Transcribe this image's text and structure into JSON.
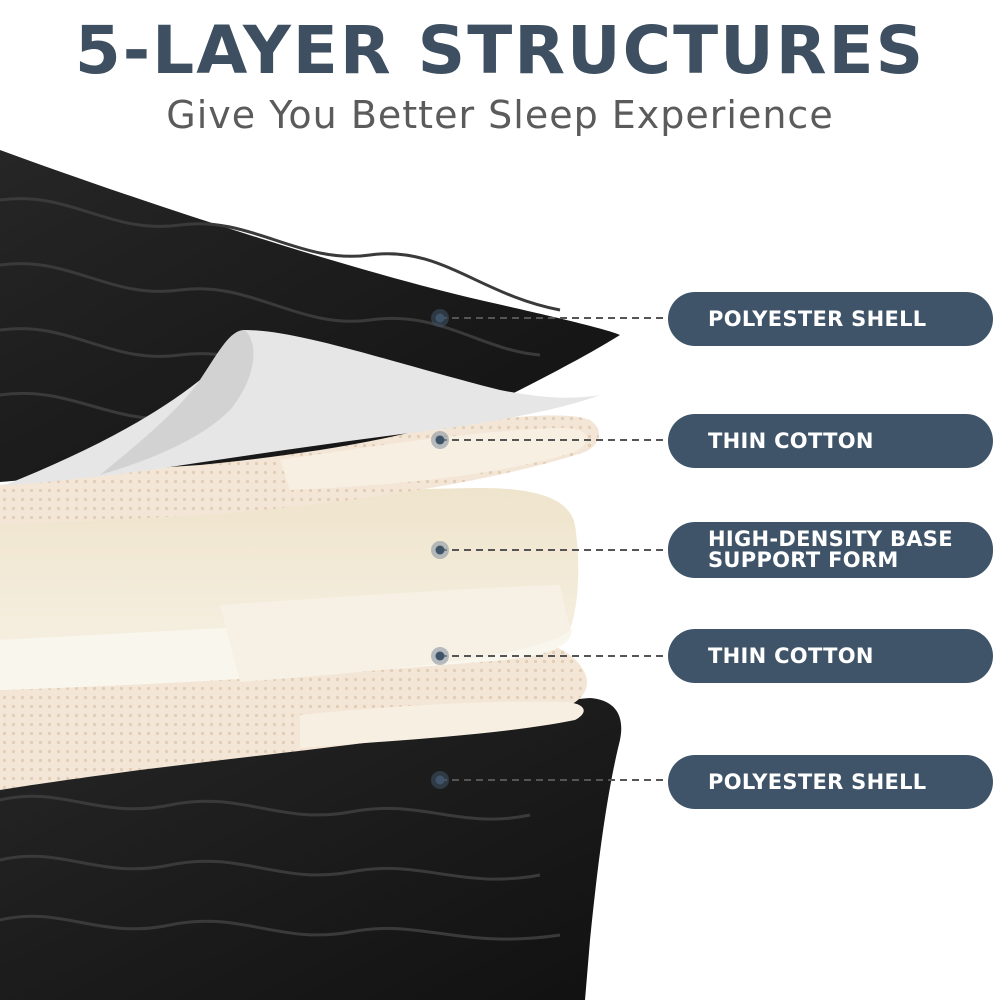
{
  "header": {
    "title": "5-LAYER STRUCTURES",
    "subtitle": "Give You Better Sleep Experience"
  },
  "layers": [
    {
      "label": "POLYESTER SHELL"
    },
    {
      "label": "THIN COTTON"
    },
    {
      "label": "HIGH-DENSITY BASE\nSUPPORT FORM"
    },
    {
      "label": "THIN COTTON"
    },
    {
      "label": "POLYESTER SHELL"
    }
  ],
  "colors": {
    "title": "#3d4f60",
    "pill": "#3f5468",
    "shell": "#1b1b1b",
    "lining": "#e8e8e8",
    "cotton": "#f2e7d8",
    "foam": "#f4eedf"
  }
}
